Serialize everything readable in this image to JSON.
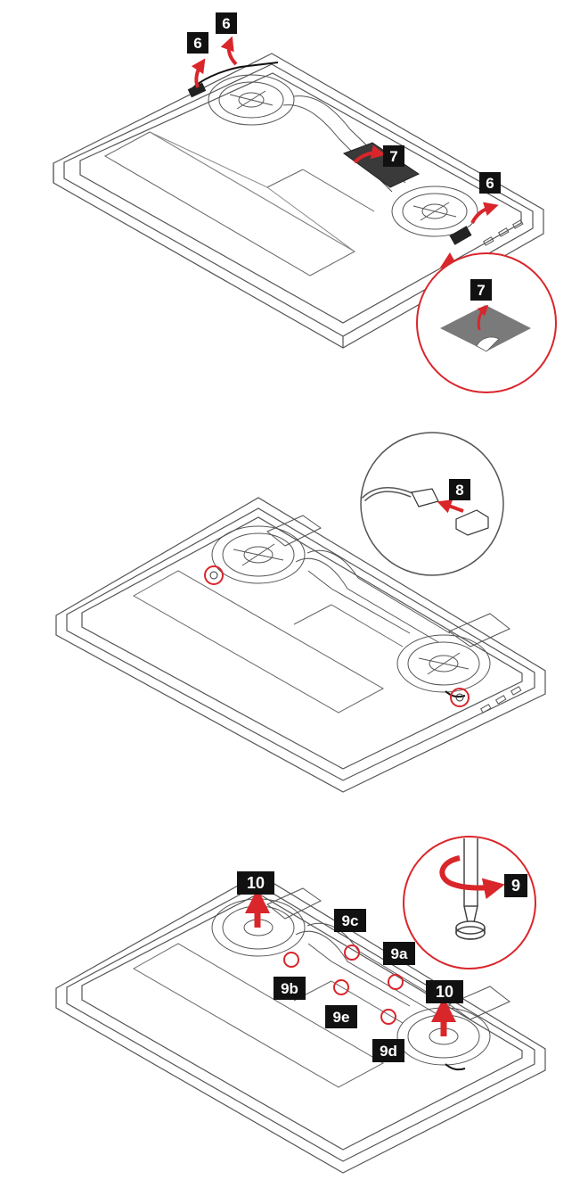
{
  "colors": {
    "callout_bg": "#111111",
    "callout_text": "#ffffff",
    "accent_red": "#d9262b",
    "line": "#555555",
    "tape": "#7a7a7a"
  },
  "panels": [
    {
      "id": "panel-1",
      "callouts": [
        "6",
        "6",
        "6",
        "7"
      ],
      "inset_callouts": [
        "7"
      ]
    },
    {
      "id": "panel-2",
      "callouts": [],
      "inset_callouts": [
        "8"
      ]
    },
    {
      "id": "panel-3",
      "callouts": [
        "10",
        "9c",
        "9a",
        "9b",
        "9e",
        "10",
        "9d"
      ],
      "inset_callouts": [
        "9"
      ]
    }
  ]
}
